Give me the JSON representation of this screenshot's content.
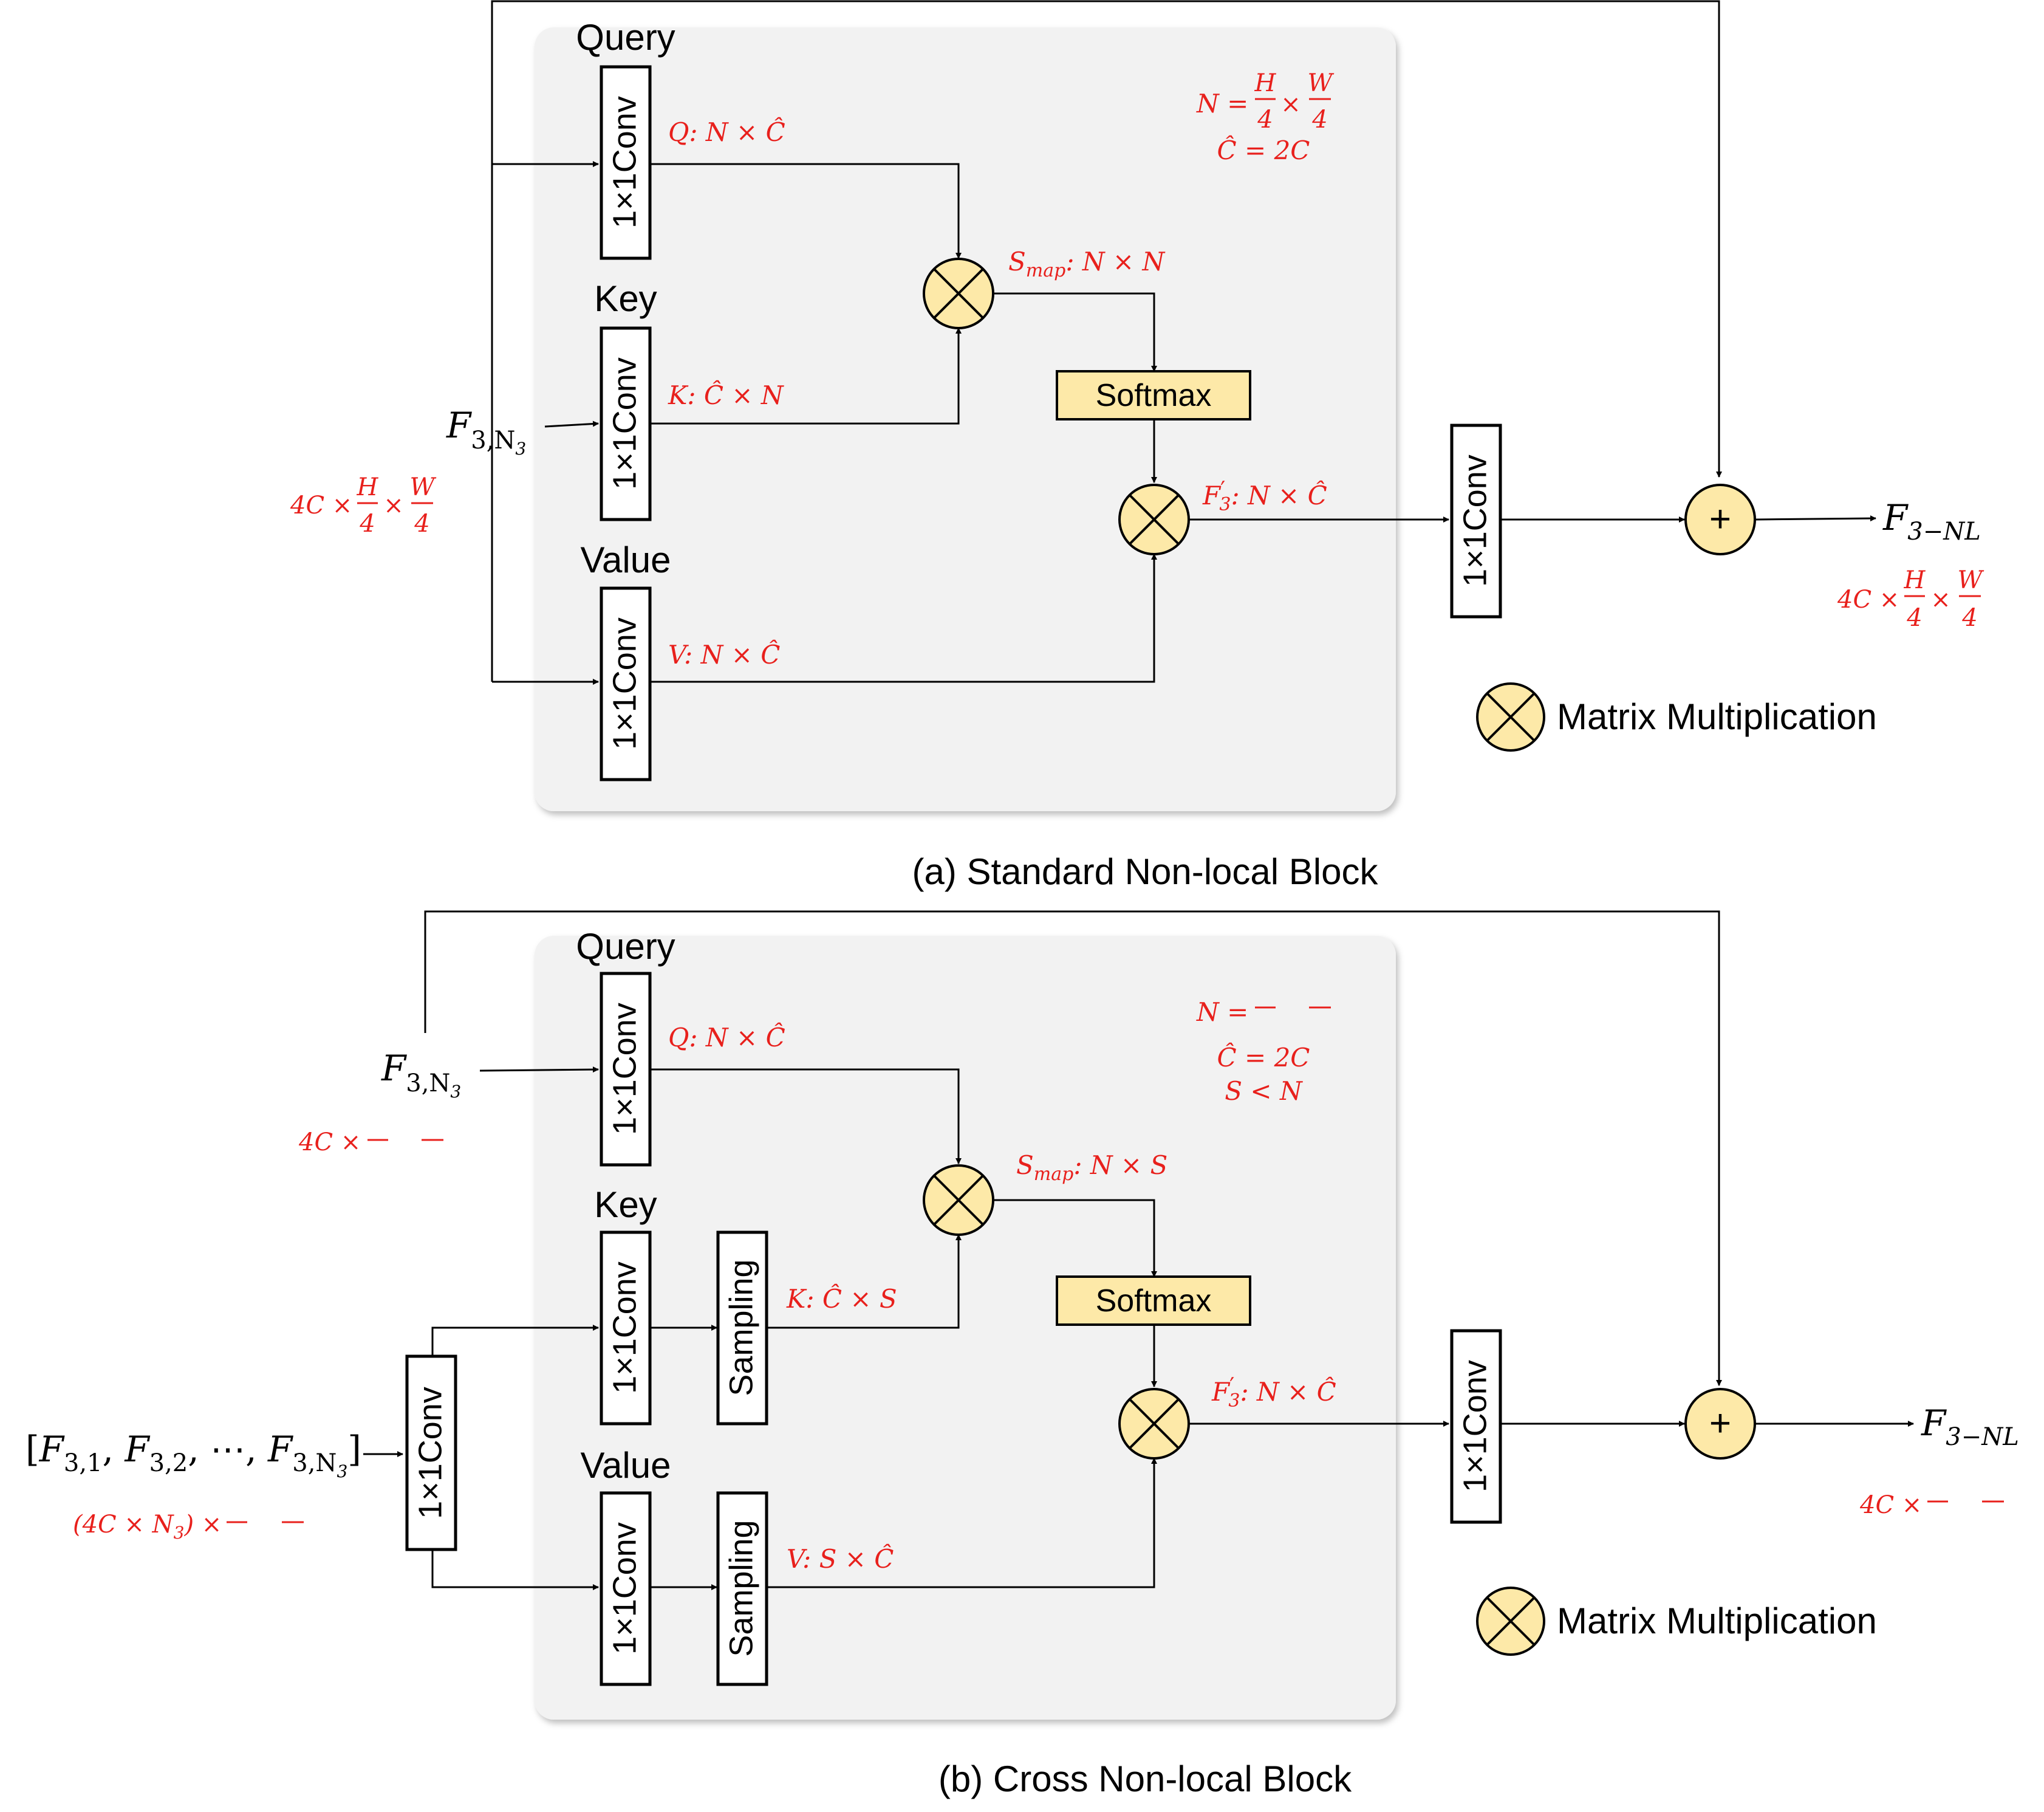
{
  "panels": [
    {
      "caption": "(a) Standard Non-local Block",
      "query_label": "Query",
      "key_label": "Key",
      "value_label": "Value",
      "conv_label": "1×1Conv",
      "softmax_label": "Softmax",
      "legend_label": "Matrix Multiplication",
      "plus_symbol": "+",
      "input_name": "F",
      "input_sub": "3,N",
      "input_subsub": "3",
      "input_dims_prefix": "4C ×",
      "frac_h_num": "H",
      "frac_w_num": "W",
      "frac_den": "4",
      "times": "×",
      "q_eq": "Q: N × Ĉ",
      "k_eq": "K: Ĉ × N",
      "v_eq": "V: N × Ĉ",
      "s_name": "S",
      "s_sub": "map",
      "s_eq": ": N × N",
      "f_name": "F",
      "f_sup": "′",
      "f_sub": "3",
      "f_eq": ": N × Ĉ",
      "note_n": "N =",
      "note_c": "Ĉ = 2C",
      "out_name": "F",
      "out_sub": "3−NL",
      "out_dims_prefix": "4C ×"
    },
    {
      "caption": "(b) Cross Non-local Block",
      "query_label": "Query",
      "key_label": "Key",
      "value_label": "Value",
      "conv_label": "1×1Conv",
      "sampling_label": "Sampling",
      "softmax_label": "Softmax",
      "legend_label": "Matrix Multiplication",
      "plus_symbol": "+",
      "input_name": "F",
      "input_sub": "3,N",
      "input_subsub": "3",
      "input_dims_prefix": "4C ×",
      "list_open": "[",
      "list_close": "]",
      "list_item1_sub": "3,1",
      "list_item2_sub": "3,2",
      "list_dots": "⋯",
      "list_dims_prefix": "(4C × N",
      "list_dims_sub": "3",
      "list_dims_close": ") ×",
      "q_eq": "Q: N × Ĉ",
      "k_eq": "K: Ĉ × S",
      "v_eq": "V: S × Ĉ",
      "s_name": "S",
      "s_sub": "map",
      "s_eq": ": N × S",
      "f_name": "F",
      "f_sup": "′",
      "f_sub": "3",
      "f_eq": ": N × Ĉ",
      "note_n": "N =",
      "note_c": "Ĉ = 2C",
      "note_s": "S < N",
      "out_name": "F",
      "out_sub": "3−NL",
      "out_dims_prefix": "4C ×"
    }
  ],
  "colors": {
    "panel_bg": "#f2f2f2",
    "highlight_fill": "#fde9a8",
    "annotation_red": "#e8201c"
  }
}
